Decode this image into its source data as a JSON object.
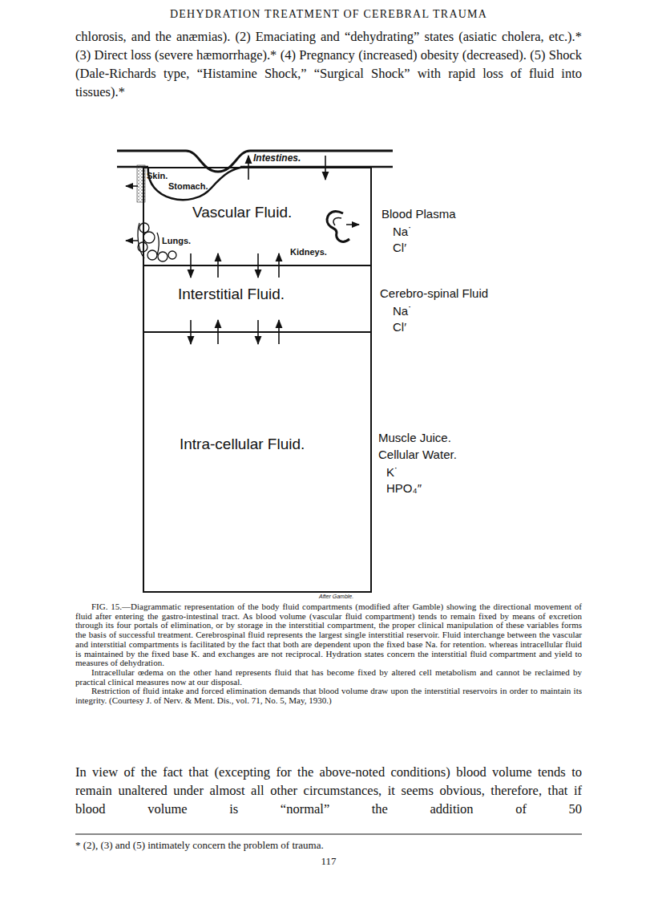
{
  "diagram": {
    "title": "DEHYDRATION TREATMENT OF CEREBRAL TRAUMA",
    "caption": "FIG. 15.—Diagrammatic representation of the body fluid compartments (modified after Gamble) showing the directional movement of fluid after entering the gastro-intestinal tract. As blood volume (vascular fluid compartment) tends to remain fixed by means of excretion through its four portals of elimination, or by storage in the interstitial compartment, the proper clinical manipulation of these variables forms the basis of successful treatment. Cerebrospinal fluid represents the largest single interstitial reservoir. Fluid interchange between the vascular and interstitial compartments is facilitated by the fact that both are dependent upon the fixed base Na. for retention. whereas intracellular fluid is maintained by the fixed base K. and exchanges are not reciprocal. Hydration states concern the interstitial fluid compartment and yield to measures of dehydration.",
    "nodes": [
      {
        "text": [
          "Intestines."
        ]
      },
      {
        "text": [
          "Vascular Fluid."
        ]
      },
      {
        "text": [
          "Stomach."
        ],
        "in": 1
      },
      {
        "text": [
          "Skin."
        ],
        "in": 1
      },
      {
        "text": [
          "Lungs."
        ],
        "in": 1
      },
      {
        "text": [
          "Kidneys."
        ],
        "in": 1
      },
      {
        "text": [
          "Interstitial Fluid."
        ]
      },
      {
        "text": [
          "Intra-cellular Fluid."
        ]
      }
    ],
    "edges": [
      {
        "from": 1,
        "to": 0,
        "arrow": "to"
      },
      {
        "from": 0,
        "to": 1,
        "arrow": "to"
      },
      {
        "from": 1,
        "to": 6,
        "arrow": "to"
      },
      {
        "from": 6,
        "to": 1,
        "arrow": "to"
      },
      {
        "from": 1,
        "to": 6,
        "arrow": "to"
      },
      {
        "from": 6,
        "to": 1,
        "arrow": "to"
      },
      {
        "from": 6,
        "to": 7,
        "arrow": "to"
      },
      {
        "from": 7,
        "to": 6,
        "arrow": "to"
      },
      {
        "from": 6,
        "to": 7,
        "arrow": "to"
      },
      {
        "from": 7,
        "to": 6,
        "arrow": "to"
      }
    ],
    "labels": [
      "chlorosis, and the anæmias). (2) Emaciating and “dehydrating” states (asiatic cholera, etc.).* (3) Direct loss (severe hæmorrhage).* (4) Pregnancy (increased) obesity (decreased). (5) Shock (Dale-Richards type, “Histamine Shock,” “Surgical Shock” with rapid loss of fluid into tissues).*",
      "Blood Plasma",
      "Na˙",
      "Cl′",
      "Cerebro-spinal Fluid",
      "Na˙",
      "Cl′",
      "Muscle Juice.",
      "Cellular Water.",
      "K˙",
      "HPO₄″",
      "After Gamble.",
      "Intracellular œdema on the other hand represents fluid that has become fixed by altered cell metabolism and cannot be reclaimed by practical clinical measures now at our disposal.",
      "Restriction of fluid intake and forced elimination demands that blood volume draw upon the interstitial reservoirs in order to maintain its integrity. (Courtesy J. of Nerv. & Ment. Dis., vol. 71, No. 5, May, 1930.)",
      "In view of the fact that (excepting for the above-noted conditions) blood volume tends to remain unaltered under almost all other circumstances, it seems obvious, therefore, that if blood volume is “normal” the addition of 50",
      "* (2), (3) and (5) intimately concern the problem of trauma.",
      "117"
    ]
  }
}
